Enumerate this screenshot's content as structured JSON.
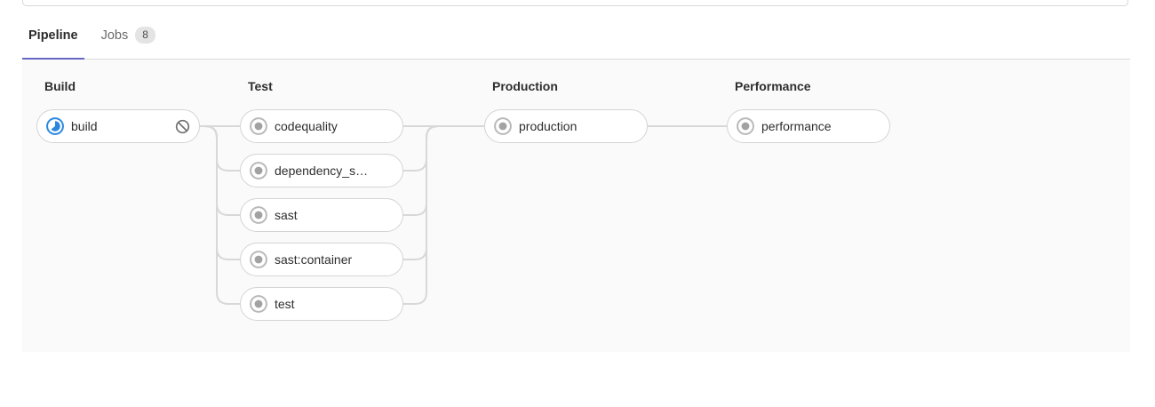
{
  "tabs": {
    "pipeline": {
      "label": "Pipeline"
    },
    "jobs": {
      "label": "Jobs",
      "badge": "8"
    }
  },
  "pipeline": {
    "stages": [
      {
        "name": "Build",
        "jobs": [
          {
            "label": "build",
            "status": "running",
            "action": "cancel"
          }
        ]
      },
      {
        "name": "Test",
        "jobs": [
          {
            "label": "codequality",
            "status": "created"
          },
          {
            "label": "dependency_s…",
            "status": "created"
          },
          {
            "label": "sast",
            "status": "created"
          },
          {
            "label": "sast:container",
            "status": "created"
          },
          {
            "label": "test",
            "status": "created"
          }
        ]
      },
      {
        "name": "Production",
        "jobs": [
          {
            "label": "production",
            "status": "created"
          }
        ]
      },
      {
        "name": "Performance",
        "jobs": [
          {
            "label": "performance",
            "status": "created"
          }
        ]
      }
    ]
  },
  "colors": {
    "active_tab_underline": "#6666c4",
    "running_status": "#2a87e0",
    "created_status_dot": "#a2a2a2",
    "created_status_ring": "#b9b9b9",
    "cancel_icon": "#707070",
    "connector": "#d8d8d8"
  },
  "icons": {
    "running": "running-status-icon",
    "created": "created-status-icon",
    "cancel": "cancel-icon"
  }
}
